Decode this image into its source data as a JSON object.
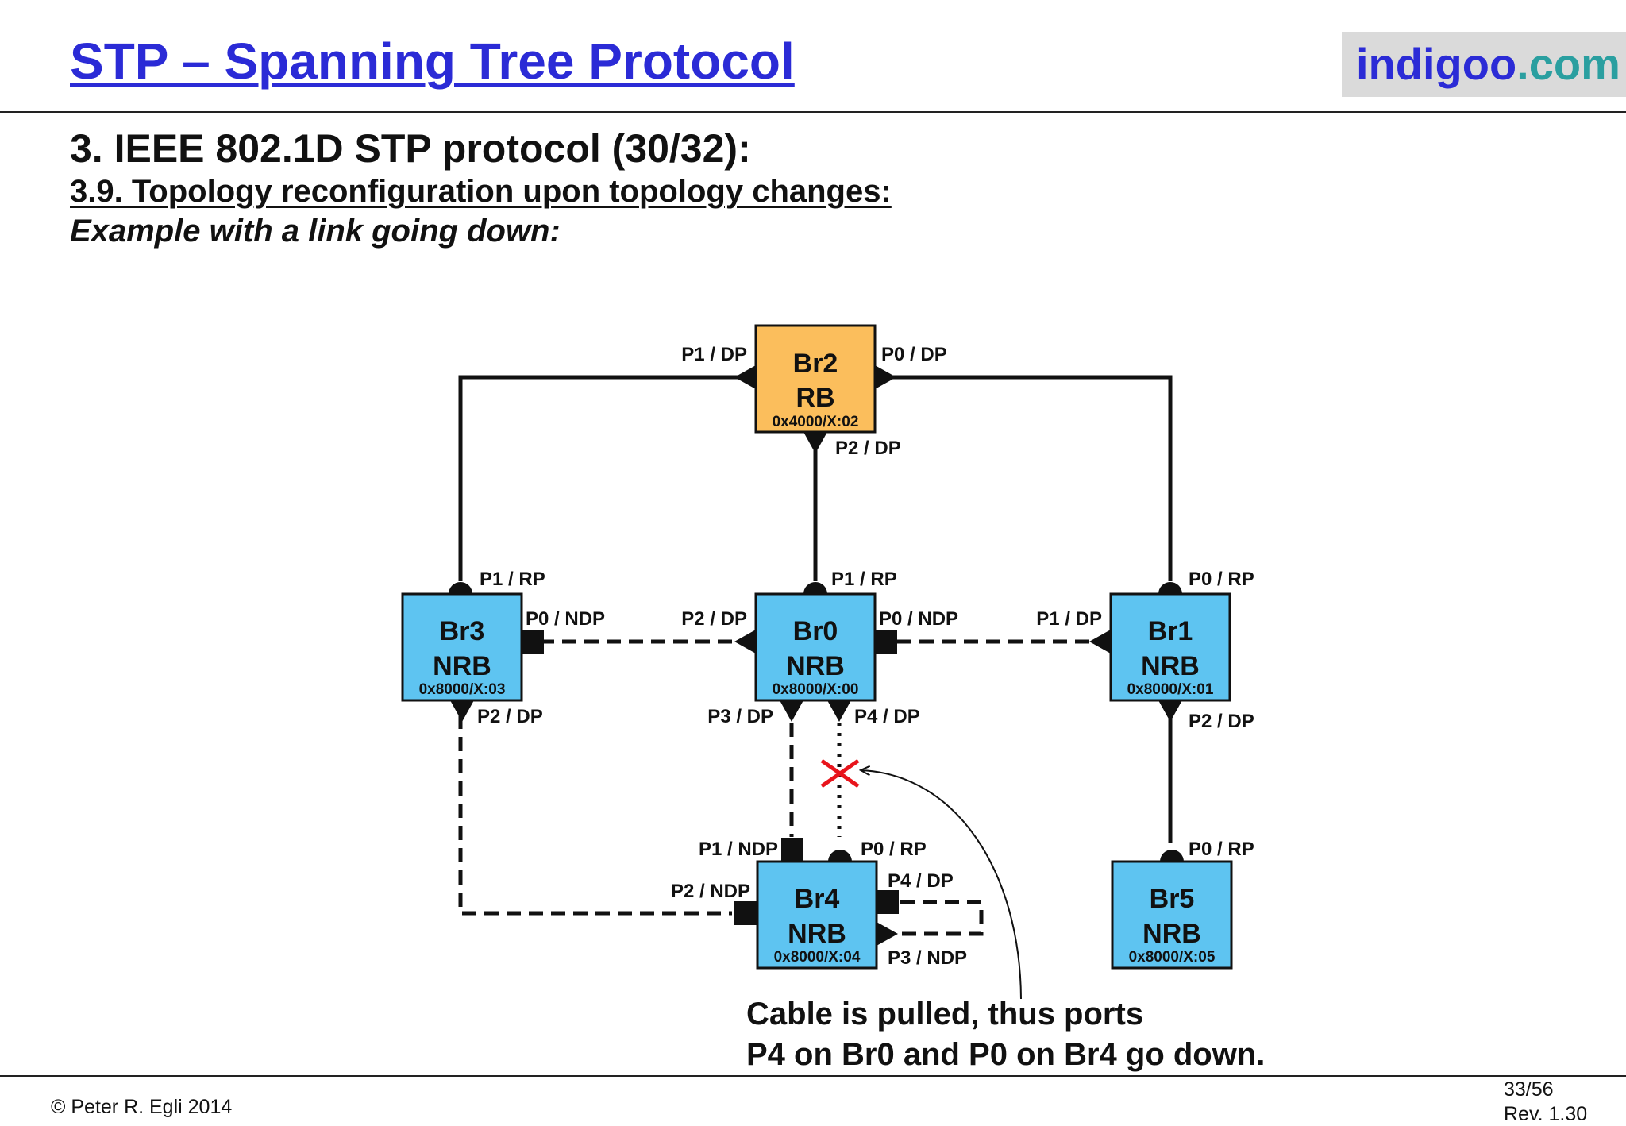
{
  "header": {
    "title": "STP – Spanning Tree Protocol",
    "brand_main": "indigoo",
    "brand_tld": ".com"
  },
  "section": {
    "heading": "3. IEEE 802.1D STP protocol (30/32):",
    "subheading": "3.9. Topology reconfiguration upon topology changes:",
    "caption": "Example with a link going down:"
  },
  "colors": {
    "root_bridge": "#fbbe5c",
    "non_root_bridge": "#5ec4f1",
    "title": "#2b2bd6",
    "brand_tld": "#2a9fa0",
    "failure_mark": "#e8141c"
  },
  "bridges": [
    {
      "id": "Br2",
      "role": "RB",
      "bridge_id": "0x4000/X:02",
      "root": true
    },
    {
      "id": "Br3",
      "role": "NRB",
      "bridge_id": "0x8000/X:03",
      "root": false
    },
    {
      "id": "Br0",
      "role": "NRB",
      "bridge_id": "0x8000/X:00",
      "root": false
    },
    {
      "id": "Br1",
      "role": "NRB",
      "bridge_id": "0x8000/X:01",
      "root": false
    },
    {
      "id": "Br4",
      "role": "NRB",
      "bridge_id": "0x8000/X:04",
      "root": false
    },
    {
      "id": "Br5",
      "role": "NRB",
      "bridge_id": "0x8000/X:05",
      "root": false
    }
  ],
  "ports": {
    "br2_p1": "P1 / DP",
    "br2_p0": "P0 / DP",
    "br2_p2": "P2 / DP",
    "br3_p1": "P1 / RP",
    "br3_p0": "P0 / NDP",
    "br3_p2": "P2 / DP",
    "br0_p1": "P1 / RP",
    "br0_p2": "P2 / DP",
    "br0_p0": "P0 / NDP",
    "br0_p3": "P3 / DP",
    "br0_p4": "P4 / DP",
    "br1_p0": "P0 / RP",
    "br1_p1": "P1 / DP",
    "br1_p2": "P2 / DP",
    "br4_p1": "P1 / NDP",
    "br4_p0": "P0 / RP",
    "br4_p2": "P2 / NDP",
    "br4_p4": "P4 / DP",
    "br4_p3": "P3 / NDP",
    "br5_p0": "P0 / RP"
  },
  "note": {
    "line1": "Cable is pulled, thus ports",
    "line2": "P4 on Br0 and P0 on Br4 go down."
  },
  "footer": {
    "copyright": "© Peter R. Egli 2014",
    "page": "33/56",
    "revision": "Rev. 1.30"
  }
}
